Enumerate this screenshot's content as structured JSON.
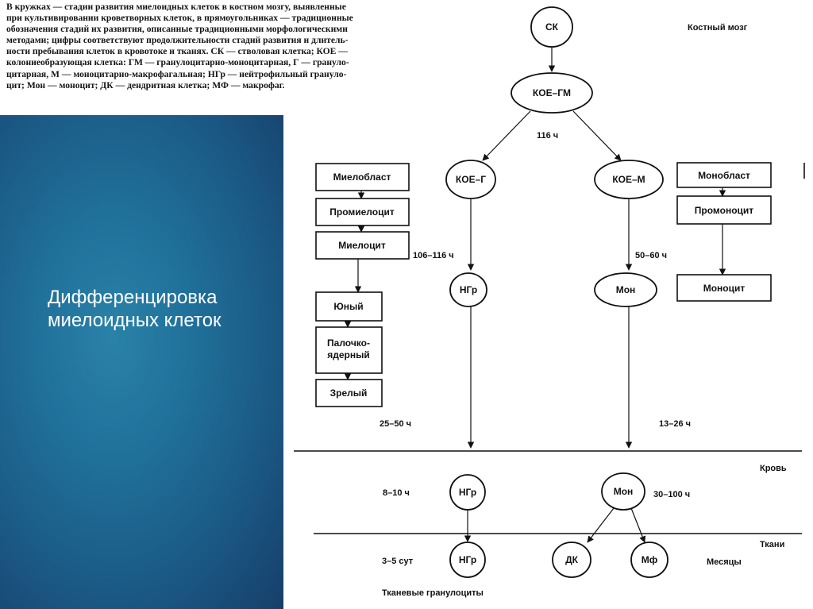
{
  "slide": {
    "title_lines": [
      "Дифференцировка",
      "миелоидных клеток"
    ]
  },
  "caption_lines": [
    "В кружках — стадии развития миелоидных клеток в костном мозгу, выявленные",
    "при культивировании кроветворных клеток, в прямоугольниках — традиционные",
    "обозначения стадий их развития, описанные традиционными морфологическими",
    "методами; цифры соответствуют продолжительности стадий развития и длитель-",
    "ности пребывания клеток в кровотоке и тканях. СК — стволовая клетка; КОЕ —",
    "колониеобразующая клетка: ГМ — гранулоцитарно-моноцитарная, Г — грануло-",
    "цитарная, М — моноцитарно-макрофагальная; НГр — нейтрофильный грануло-",
    "цит; Мон — моноцит; ДК — дендритная клетка; МФ — макрофаг."
  ],
  "diagram": {
    "zones": {
      "bone_marrow": "Костный мозг",
      "blood": "Кровь",
      "tissues": "Ткани",
      "months": "Месяцы",
      "tissue_granulocytes": "Тканевые гранулоциты"
    },
    "ovals": {
      "sk": "СК",
      "koe_gm": "КОЕ–ГМ",
      "koe_g": "КОЕ–Г",
      "koe_m": "КОЕ–М",
      "ngr_marrow": "НГр",
      "mon_marrow": "Мон",
      "ngr_blood": "НГр",
      "mon_blood": "Мон",
      "ngr_tissue": "НГр",
      "dk": "ДК",
      "mf": "Мф"
    },
    "boxes": {
      "myeloblast": "Миелобласт",
      "promyelocyte": "Промиелоцит",
      "myelocyte": "Миелоцит",
      "young": "Юный",
      "band_line1": "Палочко-",
      "band_line2": "ядерный",
      "mature": "Зрелый",
      "monoblast": "Монобласт",
      "promonocyte": "Промоноцит",
      "monocyte": "Моноцит"
    },
    "durations": {
      "koe_gm": "116 ч",
      "granulo_marrow": "106–116 ч",
      "mono_marrow": "50–60 ч",
      "granulo_release": "25–50 ч",
      "mono_release": "13–26 ч",
      "ngr_blood": "8–10 ч",
      "mon_blood": "30–100 ч",
      "ngr_tissue": "3–5 сут"
    }
  }
}
